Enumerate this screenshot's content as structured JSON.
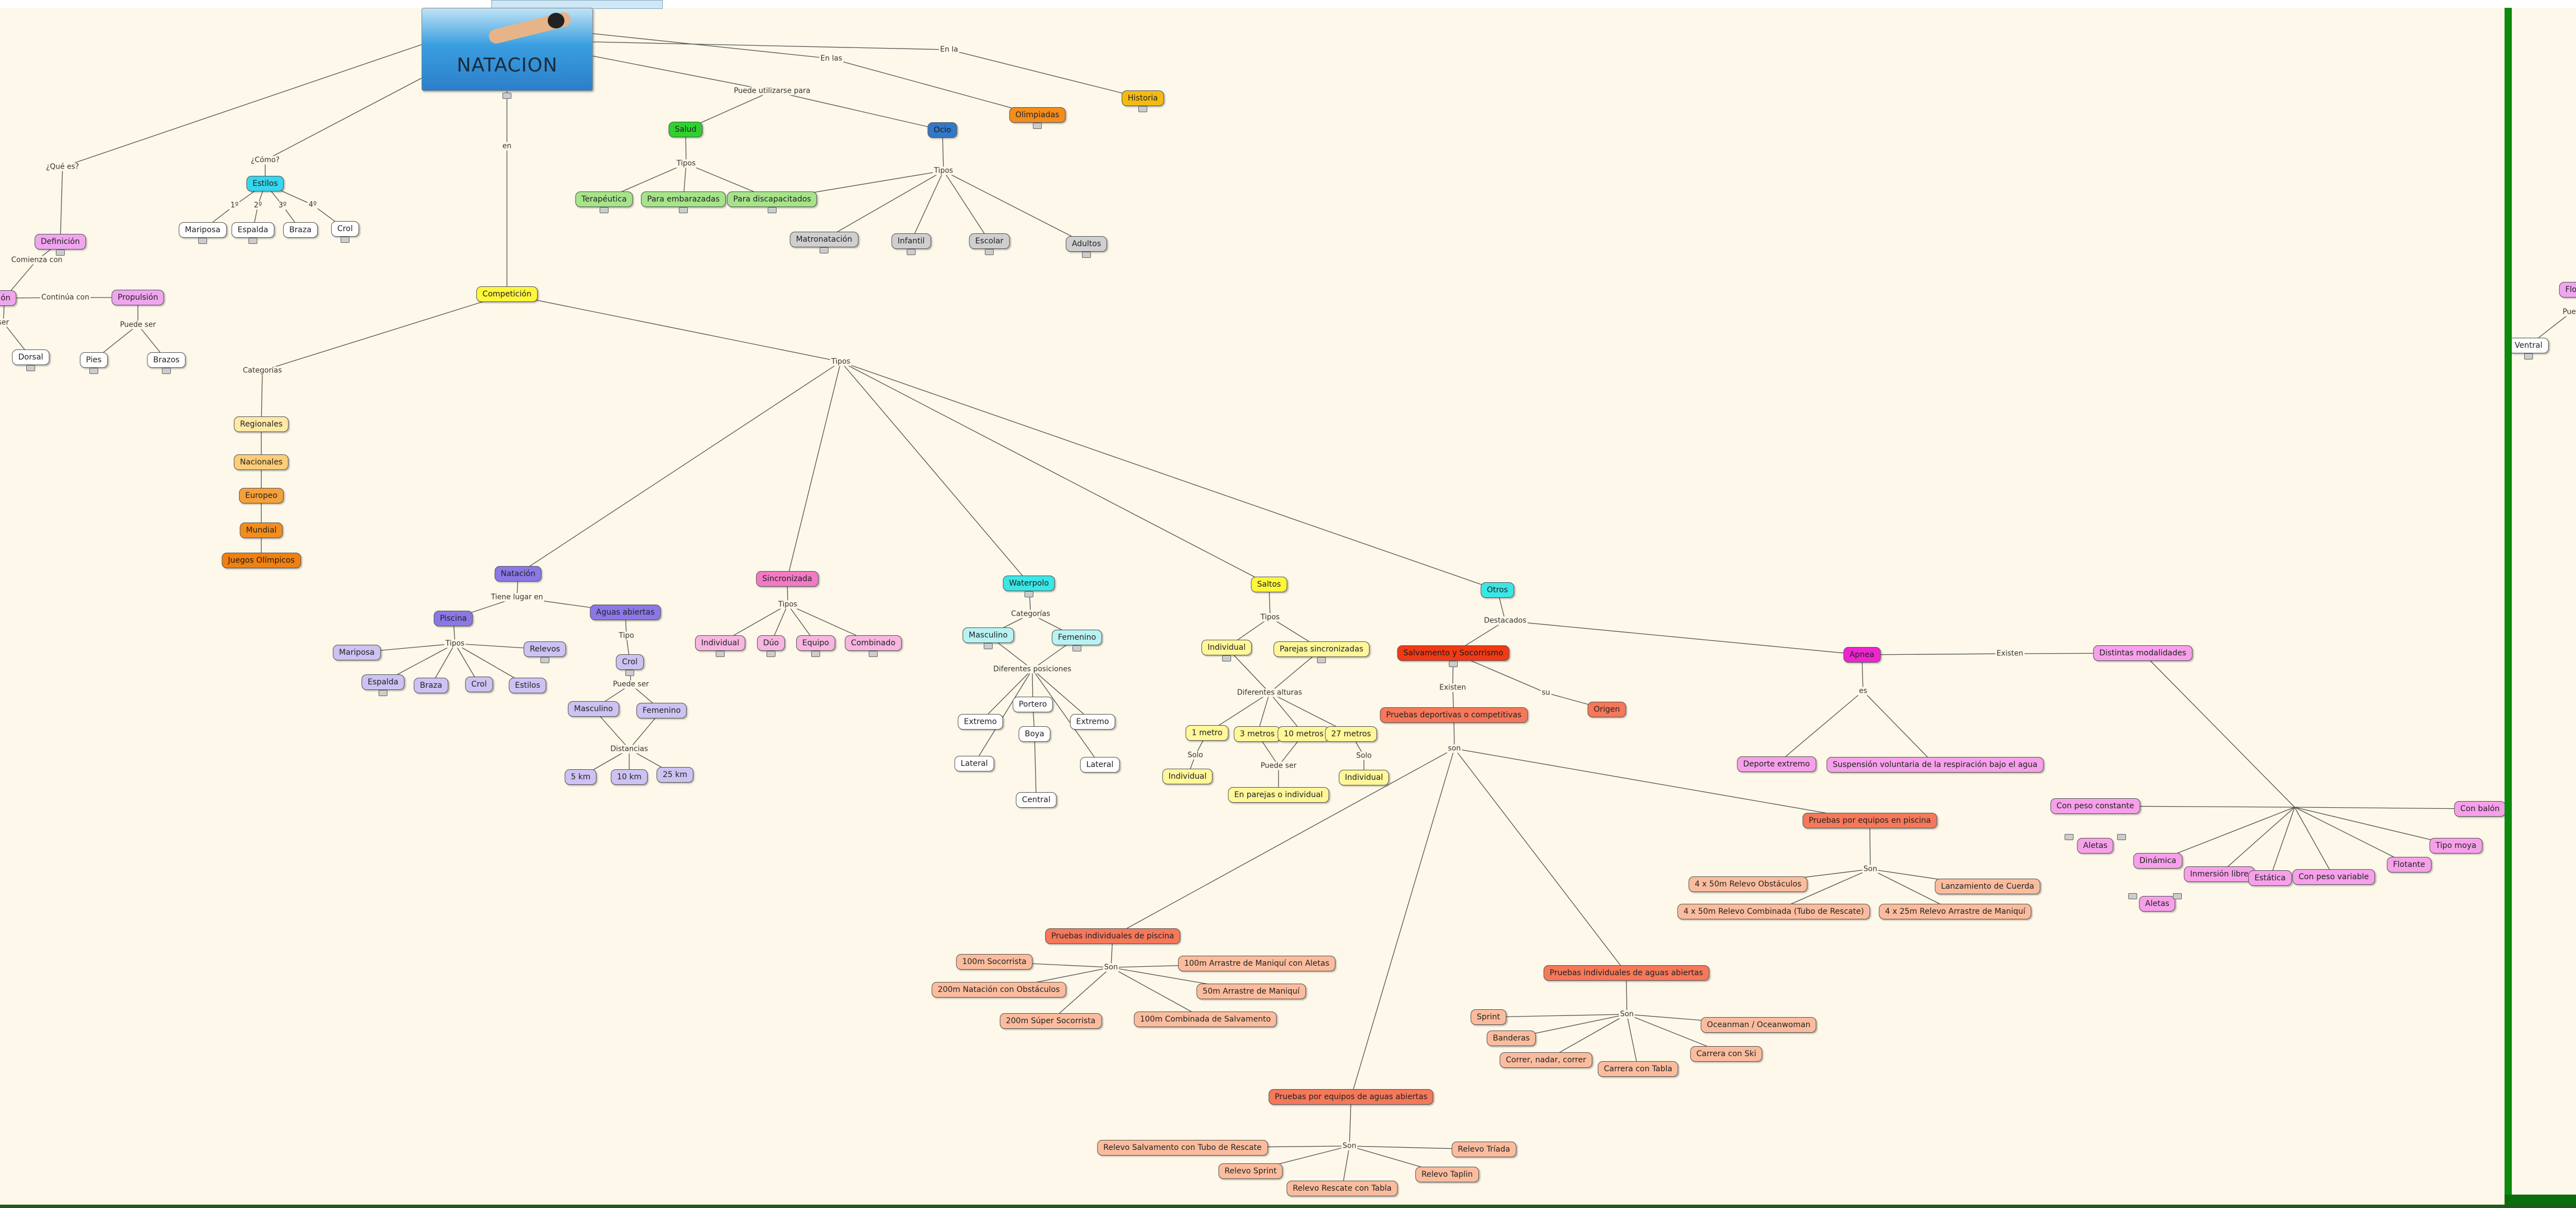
{
  "title": "NATACION",
  "nodes": {
    "definicion": "Definición",
    "posicion_cut": "ión",
    "propulsion": "Propulsión",
    "dorsal": "Dorsal",
    "pies": "Pies",
    "brazos": "Brazos",
    "estilos": "Estilos",
    "mariposa_1": "Mariposa",
    "espalda_1": "Espalda",
    "braza_1": "Braza",
    "crol_1": "Crol",
    "competicion": "Competición",
    "regionales": "Regionales",
    "nacionales": "Nacionales",
    "europeo": "Europeo",
    "mundial": "Mundial",
    "juegos_olimpicos": "Juegos Olímpicos",
    "salud": "Salud",
    "terapeutica": "Terapéutica",
    "para_embarazadas": "Para embarazadas",
    "para_discapacitados": "Para discapacitados",
    "ocio": "Ocio",
    "matronatacion": "Matronatación",
    "infantil": "Infantil",
    "escolar": "Escolar",
    "adultos": "Adultos",
    "olimpiadas": "Olimpiadas",
    "historia": "Historia",
    "natacion": "Natación",
    "piscina": "Piscina",
    "aguas_abiertas": "Aguas abiertas",
    "mariposa_2": "Mariposa",
    "espalda_2": "Espalda",
    "braza_2": "Braza",
    "crol_2": "Crol",
    "relevos": "Relevos",
    "estilos_2": "Estilos",
    "crol_3": "Crol",
    "masculino_1": "Masculino",
    "femenino_1": "Femenino",
    "km5": "5 km",
    "km10": "10 km",
    "km25": "25 km",
    "sincronizada": "Sincronizada",
    "individual_s": "Individual",
    "duo": "Dúo",
    "equipo": "Equipo",
    "combinado": "Combinado",
    "waterpolo": "Waterpolo",
    "masculino_2": "Masculino",
    "femenino_2": "Femenino",
    "extremo_1": "Extremo",
    "portero": "Portero",
    "extremo_2": "Extremo",
    "boya": "Boya",
    "lateral_1": "Lateral",
    "lateral_2": "Lateral",
    "central": "Central",
    "saltos": "Saltos",
    "individual_sa": "Individual",
    "parejas_sinc": "Parejas sincronizadas",
    "m1": "1 metro",
    "m3": "3 metros",
    "m10": "10 metros",
    "m27": "27 metros",
    "individual_1m": "Individual",
    "individual_27": "Individual",
    "parejas_o_indiv": "En parejas o individual",
    "otros": "Otros",
    "salvamento": "Salvamento y Socorrismo",
    "pruebas_dep": "Pruebas deportivas o competitivas",
    "origen": "Origen",
    "apnea": "Apnea",
    "deporte_extremo": "Deporte extremo",
    "suspension": "Suspensión voluntaria de la respiración bajo el agua",
    "distintas_mod": "Distintas modalidades",
    "pe_piscina": "Pruebas por equipos en piscina",
    "relevo_obst": "4 x 50m Relevo Obstáculos",
    "lanz_cuerda": "Lanzamiento de Cuerda",
    "relevo_comb": "4 x 50m Relevo Combinada (Tubo de Rescate)",
    "relevo_maniqui": "4 x 25m Relevo Arrastre de Maniquí",
    "pi_piscina": "Pruebas individuales de piscina",
    "socorrista100": "100m Socorrista",
    "arrastre_aletas": "100m Arrastre de Maniquí con Aletas",
    "natacion_obst": "200m Natación con Obstáculos",
    "arrastre50": "50m Arrastre de Maniquí",
    "super_socorrista": "200m Súper Socorrista",
    "combinada100": "100m Combinada de Salvamento",
    "pi_aguas": "Pruebas individuales de aguas abiertas",
    "sprint": "Sprint",
    "banderas": "Banderas",
    "correr_nadar": "Correr, nadar, correr",
    "carrera_tabla": "Carrera con Tabla",
    "carrera_ski": "Carrera con Ski",
    "oceanman": "Oceanman / Oceanwoman",
    "pe_aguas": "Pruebas por equipos de aguas abiertas",
    "relevo_tubo": "Relevo Salvamento con Tubo de Rescate",
    "relevo_sprint": "Relevo Sprint",
    "relevo_tabla": "Relevo Rescate con Tabla",
    "relevo_taplin": "Relevo Taplin",
    "relevo_triada": "Relevo Tríada",
    "peso_constante": "Con peso constante",
    "aletas_1": "Aletas",
    "dinamica": "Dinámica",
    "aletas_2": "Aletas",
    "inmersion_libre": "Inmersión libre",
    "estatica": "Estática",
    "peso_variable": "Con peso variable",
    "flotante": "Flotante",
    "tipo_moya": "Tipo moya",
    "con_balon": "Con balón",
    "ventral": "Ventral",
    "flo_cut": "Flo"
  },
  "links": {
    "que_es": "¿Qué es?",
    "comienza_con": "Comienza con",
    "continua_con": "Continúa con",
    "puede_ser_1": "Puede ser",
    "ser_cut": "ser",
    "como": "¿Cómo?",
    "n1": "1º",
    "n2": "2º",
    "n3": "3º",
    "n4": "4º",
    "en": "en",
    "categorias_1": "Categorías",
    "tipos_main": "Tipos",
    "puede_utilizarse": "Puede utilizarse para",
    "tipos_salud": "Tipos",
    "tipos_ocio": "Tipos",
    "en_las": "En las",
    "en_la": "En la",
    "tiene_lugar": "Tiene lugar en",
    "tipos_piscina": "Tipos",
    "tipo_aguas": "Tipo",
    "puede_ser_2": "Puede ser",
    "distancias": "Distancias",
    "tipos_sinc": "Tipos",
    "categorias_2": "Categorías",
    "dif_posiciones": "Diferentes posiciones",
    "tipos_saltos": "Tipos",
    "dif_alturas": "Diferentes alturas",
    "solo_1": "Solo",
    "puede_ser_3": "Puede ser",
    "solo_2": "Solo",
    "destacados": "Destacados",
    "existen_1": "Existen",
    "su": "su",
    "es": "es",
    "existen_2": "Existen",
    "son_main": "son",
    "son_pe_piscina": "Son",
    "son_pi_piscina": "Son",
    "son_pi_aguas": "Son",
    "son_pe_aguas": "Son",
    "puede_cut": "Pued"
  },
  "colors": {
    "background": "#fdf8e9",
    "frame_green": "#0d8a0d",
    "definicion": "#f0a6ee",
    "estilos": "#35d6ee",
    "competicion": "#fff63a",
    "salud": "#2ed12e",
    "ocio": "#3378c8",
    "olimpiadas": "#f38d1d",
    "historia": "#f3bb12",
    "natacion": "#8a78e6",
    "sincronizada": "#f27ac5",
    "waterpolo": "#3be6e6",
    "saltos": "#fff63a",
    "otros": "#3be6e6",
    "salvamento": "#ef3a16",
    "apnea": "#ef24d1"
  }
}
